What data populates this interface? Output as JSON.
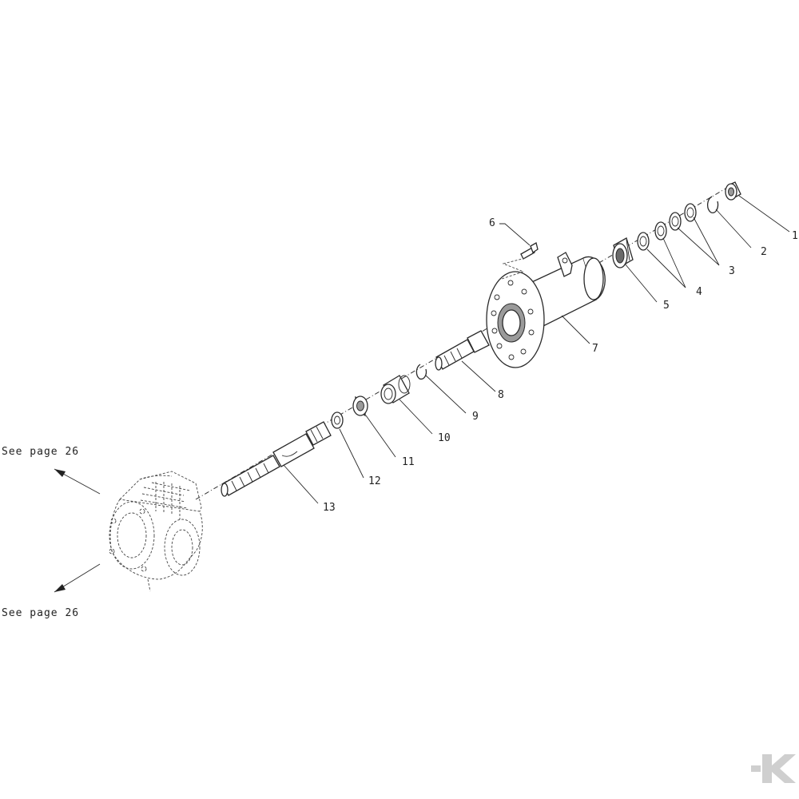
{
  "diagram": {
    "references": [
      "See page 26",
      "See page 26"
    ],
    "callouts": [
      "1",
      "2",
      "3",
      "4",
      "5",
      "6",
      "7",
      "8",
      "9",
      "10",
      "11",
      "12",
      "13"
    ]
  },
  "logo": {
    "text": "K",
    "color": "#cfcfcf"
  }
}
